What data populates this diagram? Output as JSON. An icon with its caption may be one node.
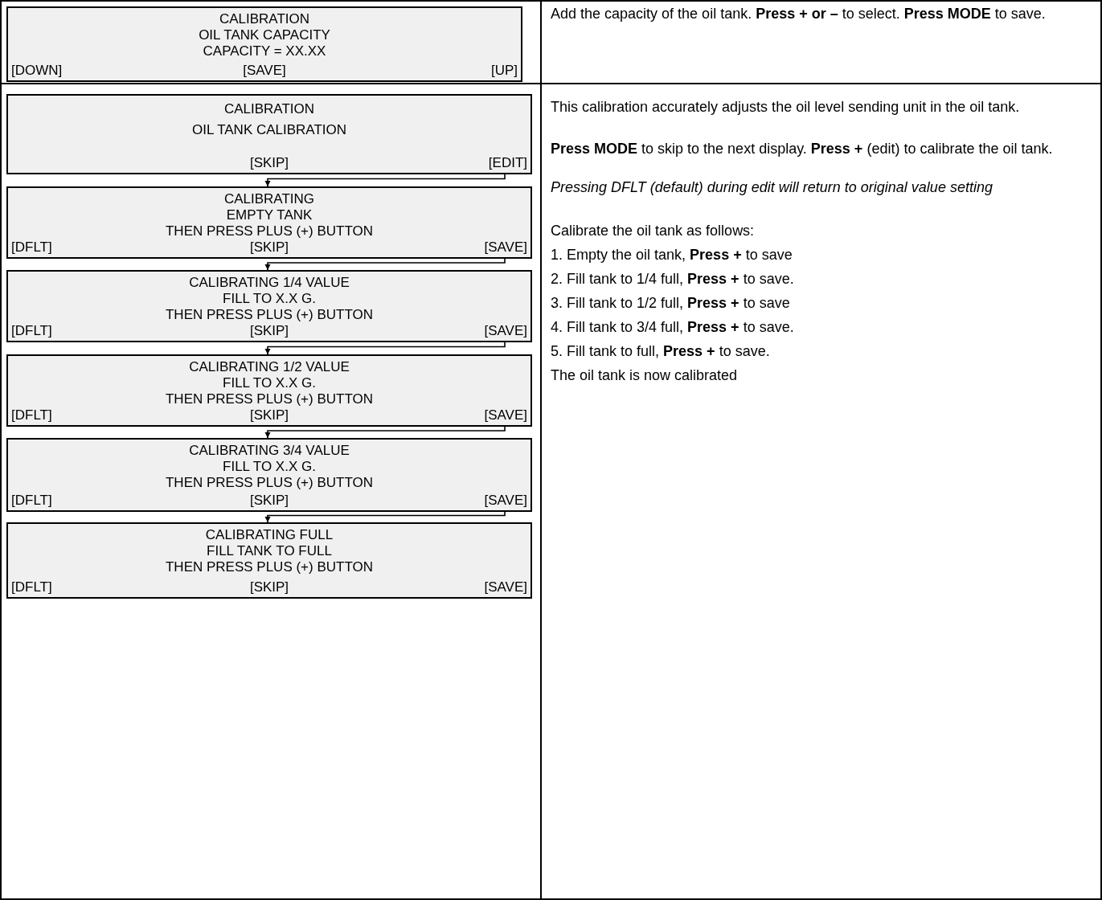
{
  "diagram": {
    "nodes": [
      {
        "text": [
          "CALIBRATION",
          "OIL TANK CAPACITY",
          "CAPACITY = XX.XX",
          "[DOWN]",
          "[SAVE]",
          "[UP]"
        ]
      },
      {
        "text": [
          "CALIBRATION",
          "OIL TANK CALIBRATION",
          "[SKIP]",
          "[EDIT]"
        ]
      },
      {
        "text": [
          "CALIBRATING",
          "EMPTY TANK",
          "THEN PRESS PLUS (+) BUTTON",
          "[DFLT]",
          "[SKIP]",
          "[SAVE]"
        ]
      },
      {
        "text": [
          "CALIBRATING 1/4 VALUE",
          "FILL TO  X.X G.",
          "THEN PRESS PLUS (+) BUTTON",
          "[DFLT]",
          "[SKIP]",
          "[SAVE]"
        ]
      },
      {
        "text": [
          "CALIBRATING 1/2 VALUE",
          "FILL TO  X.X G.",
          "THEN PRESS PLUS (+) BUTTON",
          "[DFLT]",
          "[SKIP]",
          "[SAVE]"
        ]
      },
      {
        "text": [
          "CALIBRATING 3/4 VALUE",
          "FILL TO  X.X G.",
          "THEN PRESS PLUS (+) BUTTON",
          "[DFLT]",
          "[SKIP]",
          "[SAVE]"
        ]
      },
      {
        "text": [
          "CALIBRATING FULL",
          "FILL TANK TO FULL",
          "THEN PRESS PLUS (+) BUTTON",
          "[DFLT]",
          "[SKIP]",
          "[SAVE]"
        ]
      }
    ],
    "edges": [
      {
        "from": 1,
        "to": 2,
        "arrow": "to"
      },
      {
        "from": 2,
        "to": 3,
        "arrow": "to"
      },
      {
        "from": 3,
        "to": 4,
        "arrow": "to"
      },
      {
        "from": 4,
        "to": 5,
        "arrow": "to"
      },
      {
        "from": 5,
        "to": 6,
        "arrow": "to"
      }
    ],
    "labels": [
      "Add the capacity of the oil tank. **Press + or –** to select. **Press MODE** to save.",
      "This calibration accurately adjusts the oil level sending unit in the oil tank.",
      " **Press MODE** to skip to the next display. **Press +** (edit) to calibrate the oil tank.",
      "Pressing DFLT (default) during edit will return to original value setting",
      "Calibrate the oil tank as follows:",
      "1. Empty the oil tank, **Press +** to save",
      "2. Fill tank to 1/4 full, **Press +** to save.",
      "3. Fill tank to 1/2 full, **Press +** to save",
      "4. Fill tank to 3/4 full, **Press +** to save.",
      "5. Fill tank to full, **Press +** to save.",
      "The oil tank is now calibrated"
    ]
  }
}
